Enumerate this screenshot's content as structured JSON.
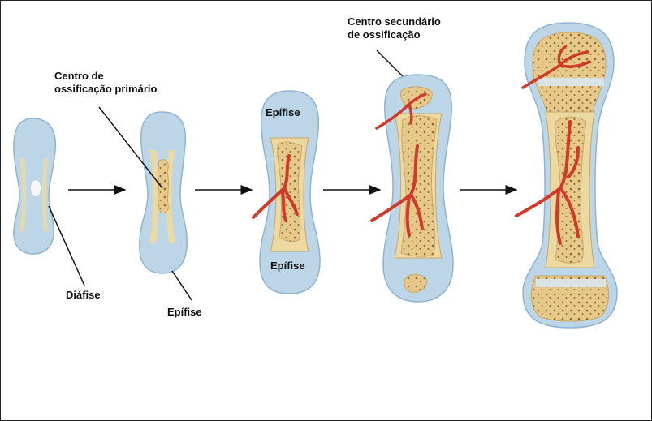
{
  "labels": {
    "primary_center_line1": "Centro de",
    "primary_center_line2": "ossificação primário",
    "secondary_center_line1": "Centro secundário",
    "secondary_center_line2": "de ossificação",
    "diaphysis": "Diáfise",
    "epiphysis_stage2": "Epífise",
    "epiphysis_top": "Epífise",
    "epiphysis_bottom": "Epífise"
  },
  "colors": {
    "cartilage": "#bcd6e8",
    "cartilage_edge": "#8fb4cf",
    "bone": "#ecd9a2",
    "bone_edge": "#c8a868",
    "spongy": "#e3c27e",
    "vessel": "#cf3a2a",
    "arrow": "#111111"
  }
}
